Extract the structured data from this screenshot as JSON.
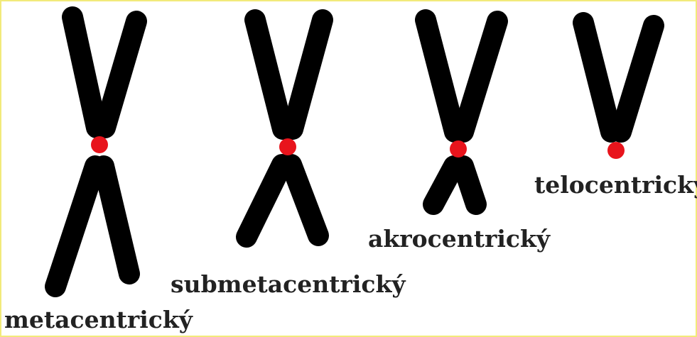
{
  "colors": {
    "background": "#ffffff",
    "chromatid": "#000000",
    "centromere": "#e8141c",
    "label": "#222222",
    "frame": "#f2ea7a"
  },
  "chromosomes": [
    {
      "id": "metacentric",
      "label": "metacentrický"
    },
    {
      "id": "submetacentric",
      "label": "submetacentrický"
    },
    {
      "id": "acrocentric",
      "label": "akrocentrický"
    },
    {
      "id": "telocentric",
      "label": "telocentrický"
    }
  ]
}
